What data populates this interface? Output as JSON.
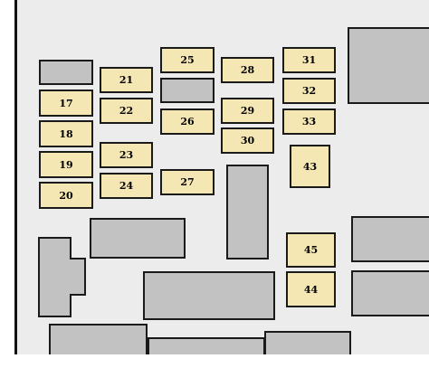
{
  "colors": {
    "panel": "#ececec",
    "fuse_fill": "#f5e7b4",
    "relay_fill": "#c2c2c2",
    "outline": "#1a1a1a"
  },
  "fuses": {
    "f17": "17",
    "f18": "18",
    "f19": "19",
    "f20": "20",
    "f21": "21",
    "f22": "22",
    "f23": "23",
    "f24": "24",
    "f25": "25",
    "f26": "26",
    "f27": "27",
    "f28": "28",
    "f29": "29",
    "f30": "30",
    "f31": "31",
    "f32": "32",
    "f33": "33",
    "f43": "43",
    "f44": "44",
    "f45": "45"
  }
}
